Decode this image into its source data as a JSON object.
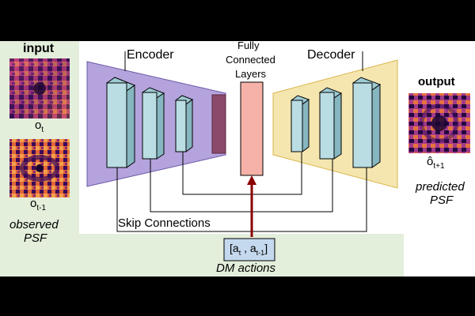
{
  "labels": {
    "input": "input",
    "output": "output",
    "encoder": "Encoder",
    "decoder": "Decoder",
    "fc_line1": "Fully",
    "fc_line2": "Connected",
    "fc_line3": "Layers",
    "skip_connections": "Skip Connections",
    "observed_line1": "observed",
    "observed_line2": "PSF",
    "predicted_line1": "predicted",
    "predicted_line2": "PSF",
    "dm_actions": "DM actions",
    "o_t_base": "o",
    "o_t_sub": "t",
    "o_tm1_base": "o",
    "o_tm1_sub": "t-1",
    "o_pred_base": "ô",
    "o_pred_sub": "t+1",
    "action_open": "[a",
    "action_sub1": "t",
    "action_mid": " , a",
    "action_sub2": "t-1",
    "action_close": "]"
  },
  "colors": {
    "panel_bg": "#e3eedb",
    "encoder_fill": "#b4a3dc",
    "encoder_stroke": "#6a58a8",
    "decoder_fill": "#f5e6b0",
    "decoder_stroke": "#d8b64a",
    "block_fill": "#b9dde3",
    "latent_fill": "#8c4a6a",
    "fc_fill": "#f6b2a8",
    "arrow": "#8b0000",
    "action_box": "#c5d9ee"
  }
}
